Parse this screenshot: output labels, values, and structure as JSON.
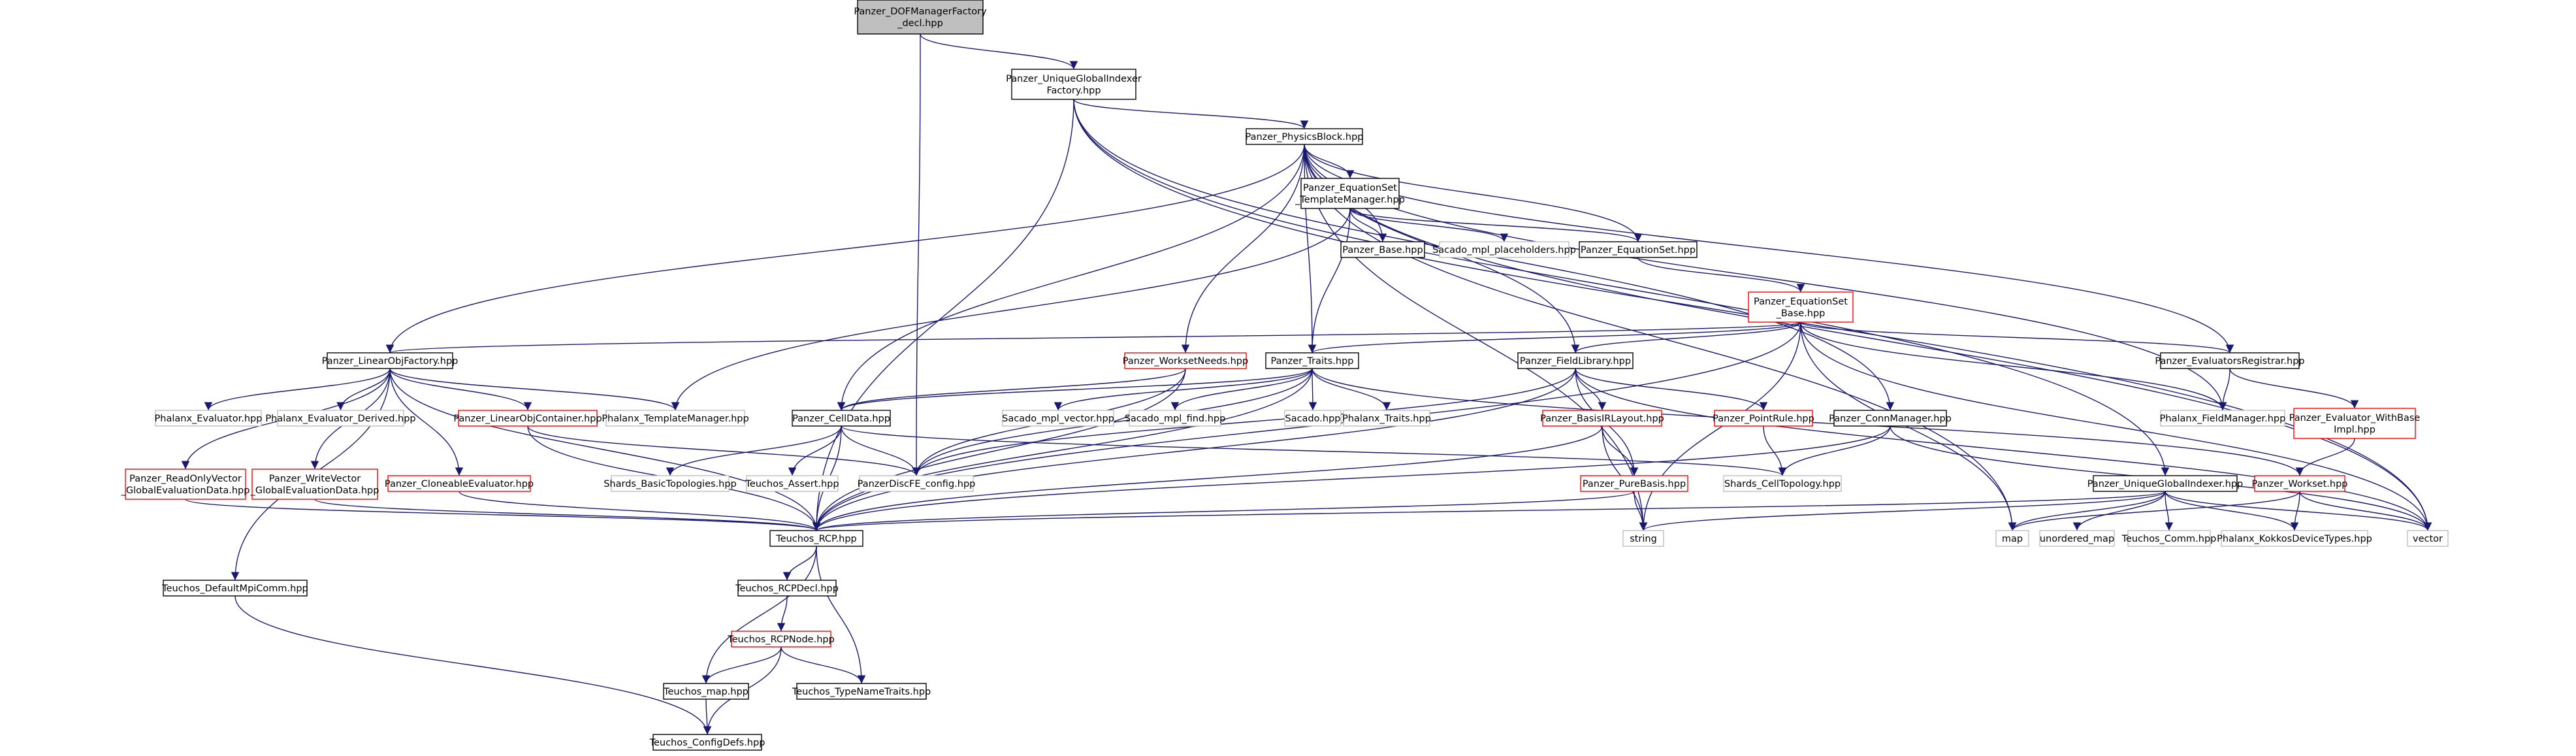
{
  "colors": {
    "edge": "#191970",
    "root_fill": "#bfbfbf",
    "node_fill": "#ffffff",
    "node_border_black": "#000000",
    "node_border_red": "#ff0000",
    "node_border_gray": "#bfbfbf"
  },
  "nodes": [
    {
      "id": "root",
      "lines": [
        "Panzer_DOFManagerFactory",
        "_decl.hpp"
      ],
      "style": "root"
    },
    {
      "id": "ugif",
      "lines": [
        "Panzer_UniqueGlobalIndexer",
        "Factory.hpp"
      ],
      "style": "black"
    },
    {
      "id": "physics",
      "lines": [
        "Panzer_PhysicsBlock.hpp"
      ],
      "style": "black"
    },
    {
      "id": "eqtm",
      "lines": [
        "Panzer_EquationSet",
        "_TemplateManager.hpp"
      ],
      "style": "black"
    },
    {
      "id": "base",
      "lines": [
        "Panzer_Base.hpp"
      ],
      "style": "black"
    },
    {
      "id": "sacado_ph",
      "lines": [
        "Sacado_mpl_placeholders.hpp"
      ],
      "style": "gray"
    },
    {
      "id": "eqset",
      "lines": [
        "Panzer_EquationSet.hpp"
      ],
      "style": "black"
    },
    {
      "id": "eqbase",
      "lines": [
        "Panzer_EquationSet",
        "_Base.hpp"
      ],
      "style": "red"
    },
    {
      "id": "lof",
      "lines": [
        "Panzer_LinearObjFactory.hpp"
      ],
      "style": "black"
    },
    {
      "id": "wsneeds",
      "lines": [
        "Panzer_WorksetNeeds.hpp"
      ],
      "style": "red"
    },
    {
      "id": "traits",
      "lines": [
        "Panzer_Traits.hpp"
      ],
      "style": "black"
    },
    {
      "id": "fieldlib",
      "lines": [
        "Panzer_FieldLibrary.hpp"
      ],
      "style": "black"
    },
    {
      "id": "evalreg",
      "lines": [
        "Panzer_EvaluatorsRegistrar.hpp"
      ],
      "style": "black"
    },
    {
      "id": "phx_eval",
      "lines": [
        "Phalanx_Evaluator.hpp"
      ],
      "style": "gray"
    },
    {
      "id": "phx_evald",
      "lines": [
        "Phalanx_Evaluator_Derived.hpp"
      ],
      "style": "gray"
    },
    {
      "id": "loc",
      "lines": [
        "Panzer_LinearObjContainer.hpp"
      ],
      "style": "red"
    },
    {
      "id": "phx_tm",
      "lines": [
        "Phalanx_TemplateManager.hpp"
      ],
      "style": "gray"
    },
    {
      "id": "celldata",
      "lines": [
        "Panzer_CellData.hpp"
      ],
      "style": "black"
    },
    {
      "id": "sac_vec",
      "lines": [
        "Sacado_mpl_vector.hpp"
      ],
      "style": "gray"
    },
    {
      "id": "sac_find",
      "lines": [
        "Sacado_mpl_find.hpp"
      ],
      "style": "gray"
    },
    {
      "id": "sacado",
      "lines": [
        "Sacado.hpp"
      ],
      "style": "gray"
    },
    {
      "id": "phx_traits",
      "lines": [
        "Phalanx_Traits.hpp"
      ],
      "style": "gray"
    },
    {
      "id": "bilayout",
      "lines": [
        "Panzer_BasisIRLayout.hpp"
      ],
      "style": "red"
    },
    {
      "id": "pointrule",
      "lines": [
        "Panzer_PointRule.hpp"
      ],
      "style": "red"
    },
    {
      "id": "connmgr",
      "lines": [
        "Panzer_ConnManager.hpp"
      ],
      "style": "black"
    },
    {
      "id": "phx_fm",
      "lines": [
        "Phalanx_FieldManager.hpp"
      ],
      "style": "gray"
    },
    {
      "id": "evalwb",
      "lines": [
        "Panzer_Evaluator_WithBase",
        "Impl.hpp"
      ],
      "style": "red"
    },
    {
      "id": "rov",
      "lines": [
        "Panzer_ReadOnlyVector",
        "_GlobalEvaluationData.hpp"
      ],
      "style": "red"
    },
    {
      "id": "wv",
      "lines": [
        "Panzer_WriteVector",
        "_GlobalEvaluationData.hpp"
      ],
      "style": "red"
    },
    {
      "id": "cloneable",
      "lines": [
        "Panzer_CloneableEvaluator.hpp"
      ],
      "style": "red"
    },
    {
      "id": "shards_bt",
      "lines": [
        "Shards_BasicTopologies.hpp"
      ],
      "style": "gray"
    },
    {
      "id": "teuchos_assert",
      "lines": [
        "Teuchos_Assert.hpp"
      ],
      "style": "gray"
    },
    {
      "id": "config",
      "lines": [
        "PanzerDiscFE_config.hpp"
      ],
      "style": "gray"
    },
    {
      "id": "purebasis",
      "lines": [
        "Panzer_PureBasis.hpp"
      ],
      "style": "red"
    },
    {
      "id": "shards_ct",
      "lines": [
        "Shards_CellTopology.hpp"
      ],
      "style": "gray"
    },
    {
      "id": "ugi",
      "lines": [
        "Panzer_UniqueGlobalIndexer.hpp"
      ],
      "style": "black"
    },
    {
      "id": "workset",
      "lines": [
        "Panzer_Workset.hpp"
      ],
      "style": "red"
    },
    {
      "id": "rcp",
      "lines": [
        "Teuchos_RCP.hpp"
      ],
      "style": "black"
    },
    {
      "id": "string",
      "lines": [
        "string"
      ],
      "style": "gray"
    },
    {
      "id": "map",
      "lines": [
        "map"
      ],
      "style": "gray"
    },
    {
      "id": "umap",
      "lines": [
        "unordered_map"
      ],
      "style": "gray"
    },
    {
      "id": "tcomm",
      "lines": [
        "Teuchos_Comm.hpp"
      ],
      "style": "gray"
    },
    {
      "id": "phx_kdt",
      "lines": [
        "Phalanx_KokkosDeviceTypes.hpp"
      ],
      "style": "gray"
    },
    {
      "id": "vector",
      "lines": [
        "vector"
      ],
      "style": "gray"
    },
    {
      "id": "defmpi",
      "lines": [
        "Teuchos_DefaultMpiComm.hpp"
      ],
      "style": "black"
    },
    {
      "id": "rcpdecl",
      "lines": [
        "Teuchos_RCPDecl.hpp"
      ],
      "style": "black"
    },
    {
      "id": "rcpnode",
      "lines": [
        "Teuchos_RCPNode.hpp"
      ],
      "style": "red"
    },
    {
      "id": "tmap",
      "lines": [
        "Teuchos_map.hpp"
      ],
      "style": "black"
    },
    {
      "id": "tnt",
      "lines": [
        "Teuchos_TypeNameTraits.hpp"
      ],
      "style": "black"
    },
    {
      "id": "tconfig",
      "lines": [
        "Teuchos_ConfigDefs.hpp"
      ],
      "style": "black"
    }
  ],
  "edges": [
    [
      "root",
      "ugif"
    ],
    [
      "root",
      "config"
    ],
    [
      "ugif",
      "physics"
    ],
    [
      "ugif",
      "rcp"
    ],
    [
      "ugif",
      "vector"
    ],
    [
      "ugif",
      "connmgr"
    ],
    [
      "ugif",
      "ugi"
    ],
    [
      "physics",
      "eqtm"
    ],
    [
      "physics",
      "eqset"
    ],
    [
      "physics",
      "lof"
    ],
    [
      "physics",
      "wsneeds"
    ],
    [
      "physics",
      "traits"
    ],
    [
      "physics",
      "fieldlib"
    ],
    [
      "physics",
      "evalreg"
    ],
    [
      "physics",
      "celldata"
    ],
    [
      "physics",
      "phx_fm"
    ],
    [
      "physics",
      "string"
    ],
    [
      "physics",
      "map"
    ],
    [
      "physics",
      "vector"
    ],
    [
      "physics",
      "base"
    ],
    [
      "eqtm",
      "base"
    ],
    [
      "eqtm",
      "sacado_ph"
    ],
    [
      "eqtm",
      "eqset"
    ],
    [
      "eqtm",
      "phx_tm"
    ],
    [
      "eqtm",
      "traits"
    ],
    [
      "eqset",
      "eqbase"
    ],
    [
      "eqbase",
      "lof"
    ],
    [
      "eqbase",
      "traits"
    ],
    [
      "eqbase",
      "fieldlib"
    ],
    [
      "eqbase",
      "evalreg"
    ],
    [
      "eqbase",
      "phx_fm"
    ],
    [
      "eqbase",
      "rcp"
    ],
    [
      "eqbase",
      "string"
    ],
    [
      "eqbase",
      "map"
    ],
    [
      "eqbase",
      "vector"
    ],
    [
      "lof",
      "phx_eval"
    ],
    [
      "lof",
      "phx_evald"
    ],
    [
      "lof",
      "loc"
    ],
    [
      "lof",
      "phx_tm"
    ],
    [
      "lof",
      "rov"
    ],
    [
      "lof",
      "wv"
    ],
    [
      "lof",
      "cloneable"
    ],
    [
      "lof",
      "rcp"
    ],
    [
      "lof",
      "defmpi"
    ],
    [
      "wsneeds",
      "celldata"
    ],
    [
      "wsneeds",
      "config"
    ],
    [
      "wsneeds",
      "rcp"
    ],
    [
      "traits",
      "celldata"
    ],
    [
      "traits",
      "sac_vec"
    ],
    [
      "traits",
      "sac_find"
    ],
    [
      "traits",
      "sacado"
    ],
    [
      "traits",
      "phx_traits"
    ],
    [
      "traits",
      "config"
    ],
    [
      "traits",
      "rcp"
    ],
    [
      "traits",
      "workset"
    ],
    [
      "fieldlib",
      "bilayout"
    ],
    [
      "fieldlib",
      "pointrule"
    ],
    [
      "fieldlib",
      "purebasis"
    ],
    [
      "fieldlib",
      "config"
    ],
    [
      "fieldlib",
      "rcp"
    ],
    [
      "fieldlib",
      "vector"
    ],
    [
      "evalreg",
      "phx_fm"
    ],
    [
      "evalreg",
      "evalwb"
    ],
    [
      "evalwb",
      "workset"
    ],
    [
      "loc",
      "rcp"
    ],
    [
      "loc",
      "config"
    ],
    [
      "celldata",
      "shards_bt"
    ],
    [
      "celldata",
      "teuchos_assert"
    ],
    [
      "celldata",
      "config"
    ],
    [
      "celldata",
      "rcp"
    ],
    [
      "celldata",
      "shards_ct"
    ],
    [
      "bilayout",
      "purebasis"
    ],
    [
      "bilayout",
      "rcp"
    ],
    [
      "bilayout",
      "string"
    ],
    [
      "pointrule",
      "shards_ct"
    ],
    [
      "connmgr",
      "shards_ct"
    ],
    [
      "connmgr",
      "rcp"
    ],
    [
      "connmgr",
      "vector"
    ],
    [
      "purebasis",
      "rcp"
    ],
    [
      "purebasis",
      "string"
    ],
    [
      "ugi",
      "rcp"
    ],
    [
      "ugi",
      "string"
    ],
    [
      "ugi",
      "map"
    ],
    [
      "ugi",
      "umap"
    ],
    [
      "ugi",
      "tcomm"
    ],
    [
      "ugi",
      "phx_kdt"
    ],
    [
      "ugi",
      "vector"
    ],
    [
      "workset",
      "phx_kdt"
    ],
    [
      "workset",
      "vector"
    ],
    [
      "workset",
      "map"
    ],
    [
      "rov",
      "rcp"
    ],
    [
      "wv",
      "rcp"
    ],
    [
      "cloneable",
      "rcp"
    ],
    [
      "rcp",
      "rcpdecl"
    ],
    [
      "rcp",
      "tmap"
    ],
    [
      "rcp",
      "tnt"
    ],
    [
      "rcpdecl",
      "rcpnode"
    ],
    [
      "rcpnode",
      "tmap"
    ],
    [
      "rcpnode",
      "tnt"
    ],
    [
      "rcpnode",
      "tconfig"
    ],
    [
      "tmap",
      "tconfig"
    ],
    [
      "defmpi",
      "tconfig"
    ]
  ]
}
